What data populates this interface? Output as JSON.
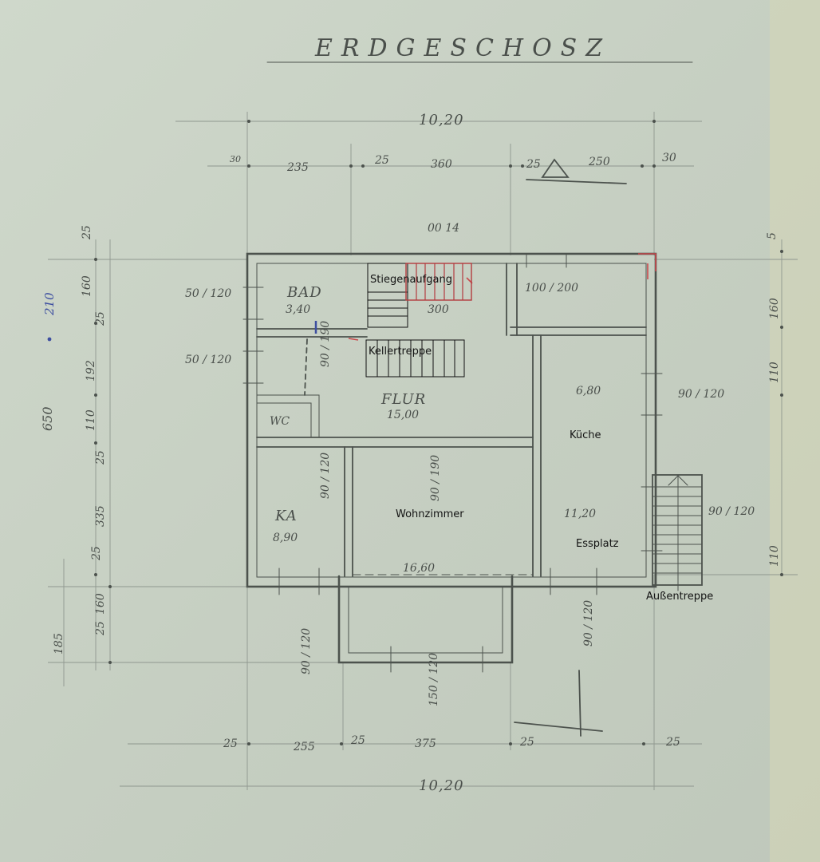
{
  "title": "ERDGESCHOSZ",
  "dimensions": {
    "total_top": "10,20",
    "total_bottom": "10,20",
    "top_segments": [
      "30",
      "235",
      "25",
      "360",
      "25",
      "250",
      "30"
    ],
    "bottom_segments": [
      "25",
      "255",
      "25",
      "375",
      "25",
      "25"
    ],
    "left_vertical": [
      "25",
      "160",
      "25",
      "192",
      "110",
      "25",
      "335",
      "25",
      "160",
      "25",
      "185"
    ],
    "left_total": "650",
    "left_mark": "210",
    "right_vertical": [
      "5",
      "160",
      "110",
      "110"
    ],
    "stair_top": "00 14"
  },
  "rooms": {
    "bad_name": "BAD",
    "bad_area": "3,40",
    "flur_name": "FLUR",
    "flur_area": "15,00",
    "ka_name": "KA",
    "ka_area": "8,90",
    "wohnzimmer_area": "16,60",
    "kueche_area": "6,80",
    "essplatz_area": "11,20",
    "wc": "WC",
    "stair_room": "300"
  },
  "openings": {
    "window_bad": "50 / 120",
    "window_flur": "50 / 120",
    "window_top_right": "100 / 200",
    "window_kueche": "90 / 120",
    "window_essplatz": "90 / 120",
    "door_ka": "90 / 120",
    "door_wohn": "90 / 190",
    "door_bad": "90 / 190",
    "window_front_left": "90 / 120",
    "window_front_center": "150 / 120",
    "window_front_right": "90 / 120"
  },
  "labels": {
    "stiegenaufgang": "Stiegenaufgang",
    "kellertreppe": "Kellertreppe",
    "kueche": "Küche",
    "wohnzimmer": "Wohnzimmer",
    "essplatz": "Essplatz",
    "aussentreppe": "Außentreppe"
  }
}
